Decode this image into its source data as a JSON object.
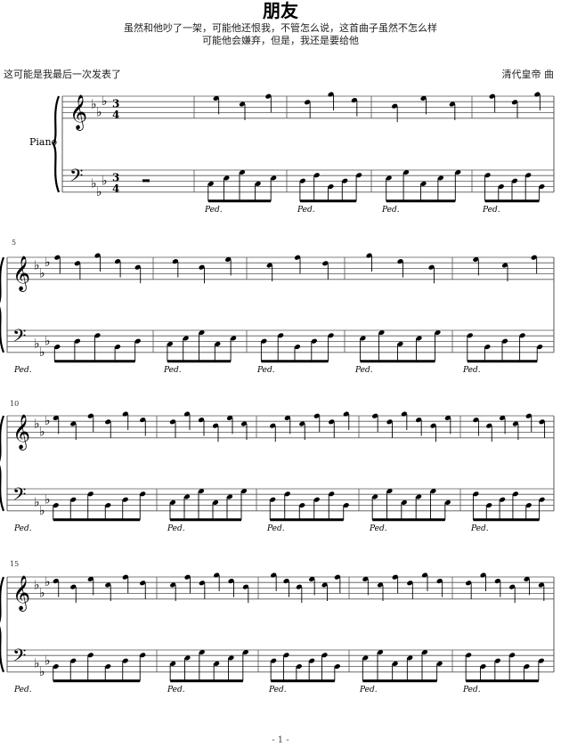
{
  "title": "朋友",
  "subtitle_lines": [
    "虽然和他吵了一架，可能他还恨我，不管怎么说，这首曲子虽然不怎么样",
    "可能他会嫌弃，但是，我还是要给他"
  ],
  "dedication": "这可能是我最后一次发表了",
  "composer": "清代皇帝 曲",
  "instrument": "Piano",
  "key_signature": "E-flat major (3 flats)",
  "time_signature": "3/4",
  "pedal_mark": "Ped.",
  "systems": [
    {
      "first_measure": 1,
      "measure_label": "",
      "measures": 5
    },
    {
      "first_measure": 5,
      "measure_label": "5",
      "measures": 5
    },
    {
      "first_measure": 10,
      "measure_label": "10",
      "measures": 5
    },
    {
      "first_measure": 15,
      "measure_label": "15",
      "measures": 5
    }
  ],
  "page_number": "- 1 -"
}
